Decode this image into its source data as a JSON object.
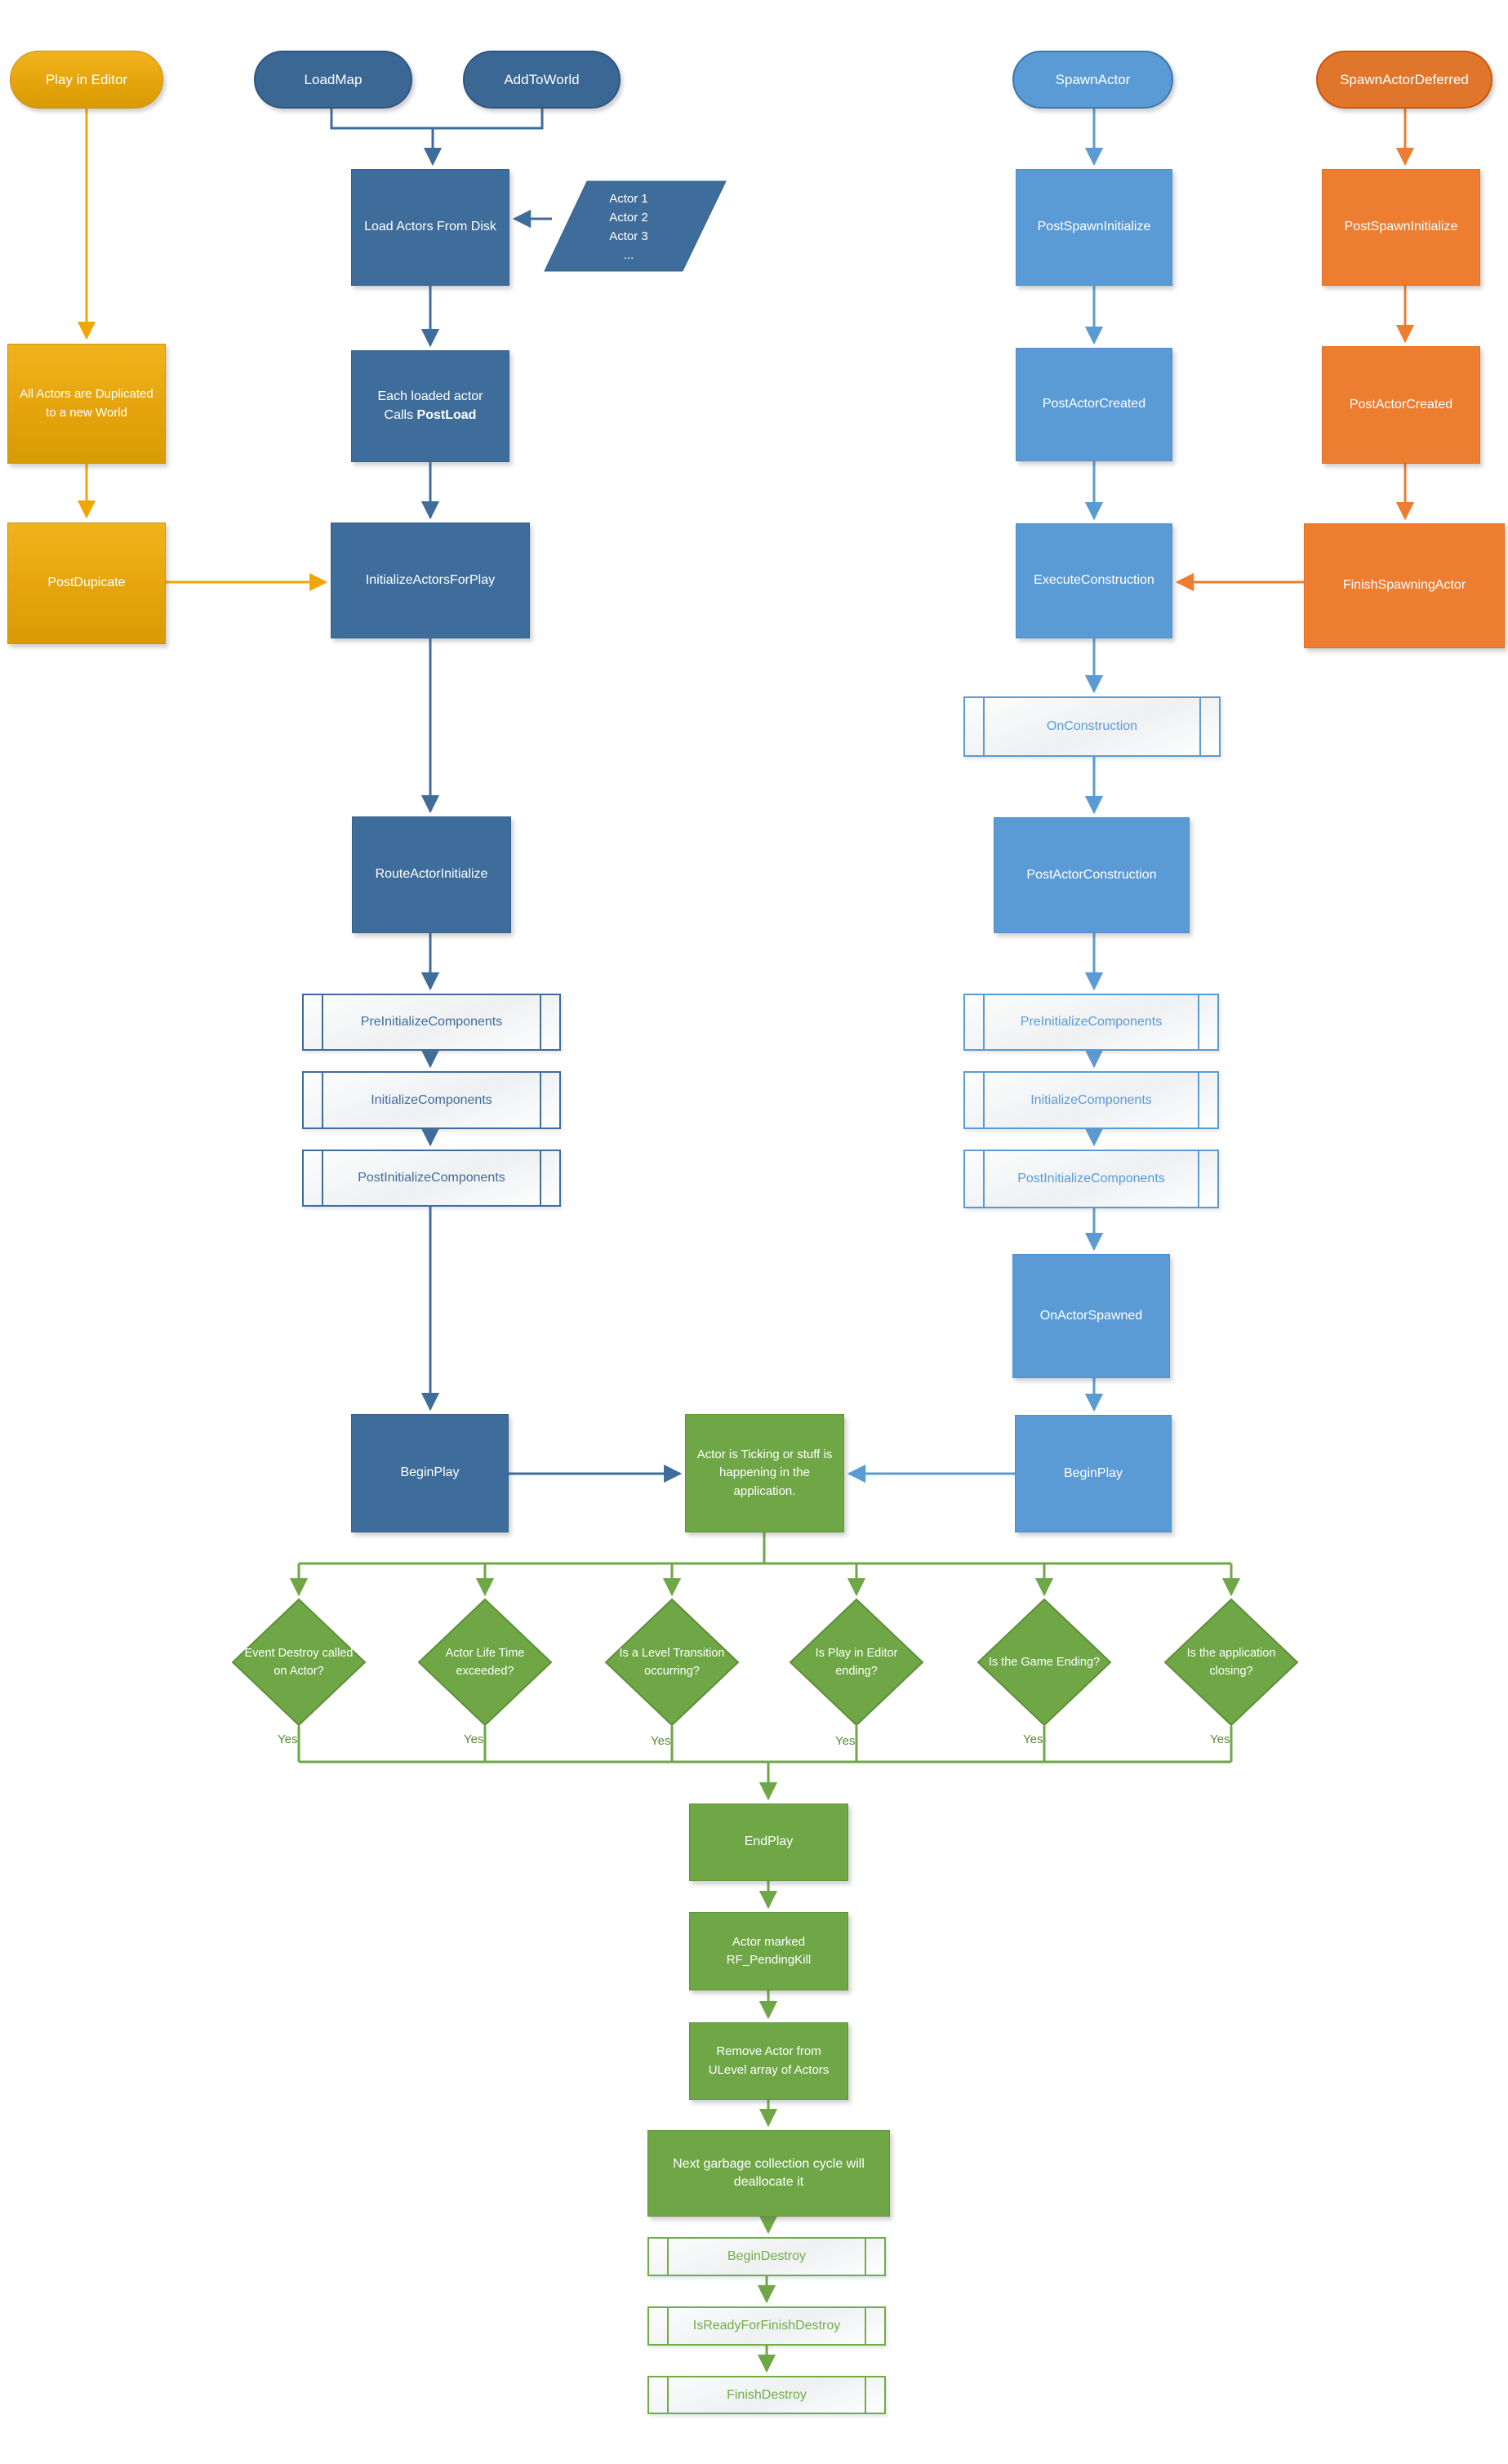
{
  "colors": {
    "gold": "#E7A50F",
    "dark_blue": "#3F6D9B",
    "medium_blue": "#5B9BD5",
    "orange": "#ED7D31",
    "green": "#70AD47"
  },
  "editor_column": {
    "play_in_editor": "Play in Editor",
    "all_actors_duplicated": "All Actors are Duplicated to a new World",
    "post_dupicate": "PostDupicate"
  },
  "load_column": {
    "load_map": "LoadMap",
    "add_to_world": "AddToWorld",
    "load_actors_from_disk": "Load Actors From Disk",
    "actor_list": {
      "lines": [
        "Actor 1",
        "Actor 2",
        "Actor 3",
        "..."
      ]
    },
    "post_load": {
      "line1": "Each loaded actor",
      "line2_prefix": "Calls ",
      "line2_bold": "PostLoad"
    },
    "initialize_actors_for_play": "InitializeActorsForPlay",
    "route_actor_initialize": "RouteActorInitialize",
    "pre_initialize_components": "PreInitializeComponents",
    "initialize_components": "InitializeComponents",
    "post_initialize_components": "PostInitializeComponents",
    "begin_play": "BeginPlay"
  },
  "spawn_column": {
    "spawn_actor": "SpawnActor",
    "post_spawn_initialize": "PostSpawnInitialize",
    "post_actor_created": "PostActorCreated",
    "execute_construction": "ExecuteConstruction",
    "on_construction": "OnConstruction",
    "post_actor_construction": "PostActorConstruction",
    "pre_initialize_components": "PreInitializeComponents",
    "initialize_components": "InitializeComponents",
    "post_initialize_components": "PostInitializeComponents",
    "on_actor_spawned": "OnActorSpawned",
    "begin_play": "BeginPlay"
  },
  "deferred_column": {
    "spawn_actor_deferred": "SpawnActorDeferred",
    "post_spawn_initialize": "PostSpawnInitialize",
    "post_actor_created": "PostActorCreated",
    "finish_spawning_actor": "FinishSpawningActor"
  },
  "ticking": {
    "label": "Actor is Ticking or stuff is happening in the application."
  },
  "decisions": {
    "items": [
      {
        "label": "Event Destroy called on Actor?",
        "yes": "Yes"
      },
      {
        "label": "Actor Life Time exceeded?",
        "yes": "Yes"
      },
      {
        "label": "Is a Level Transition occurring?",
        "yes": "Yes"
      },
      {
        "label": "Is Play in Editor ending?",
        "yes": "Yes"
      },
      {
        "label": "Is the Game Ending?",
        "yes": "Yes"
      },
      {
        "label": "Is the application closing?",
        "yes": "Yes"
      }
    ]
  },
  "destroy_column": {
    "end_play": "EndPlay",
    "actor_marked_pending_kill": "Actor marked RF_PendingKill",
    "remove_actor": "Remove Actor from ULevel array of Actors",
    "garbage_collection": "Next garbage collection cycle will deallocate it",
    "begin_destroy": "BeginDestroy",
    "is_ready_for_finish_destroy": "IsReadyForFinishDestroy",
    "finish_destroy": "FinishDestroy"
  }
}
